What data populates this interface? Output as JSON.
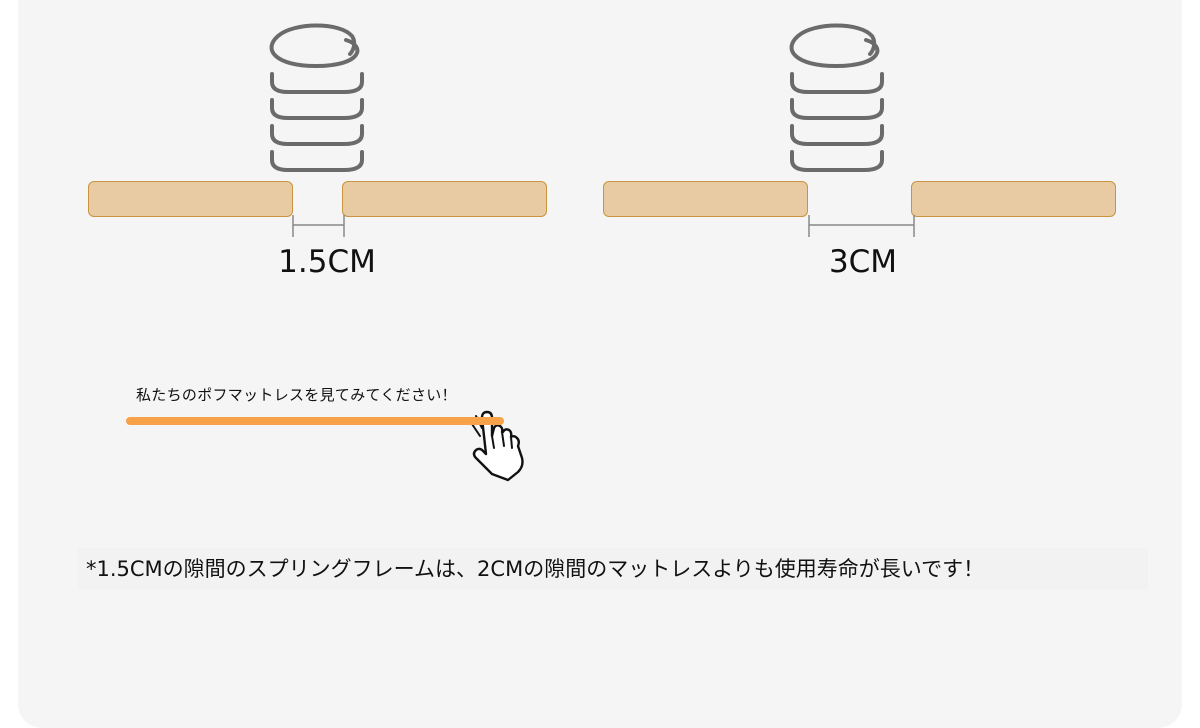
{
  "diagram": {
    "left_gap_label": "1.5CM",
    "right_gap_label": "3CM"
  },
  "cta": {
    "text": "私たちのポフマットレスを見てみてください！"
  },
  "note": {
    "text": "*1.5CMの隙間のスプリングフレームは、2CMの隙間のマットレスよりも使用寿命が長いです！"
  },
  "colors": {
    "panel_background": "#f5f5f5",
    "bar_fill": "#e8cba2",
    "bar_border": "#c9943f",
    "spring_stroke": "#6b6b6b",
    "dimension_line": "#888888",
    "cta_underline": "#f7a148"
  },
  "icons": {
    "pointer": "pointing-hand-cursor-icon",
    "spring": "coil-spring-icon"
  }
}
